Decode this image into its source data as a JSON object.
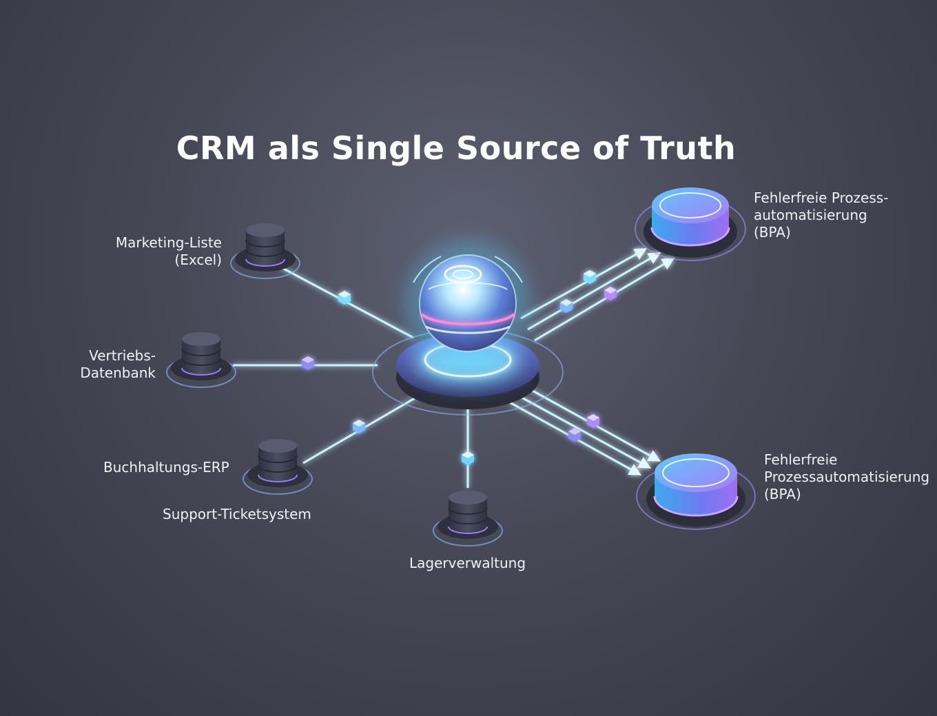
{
  "title": "CRM als Single Source of Truth",
  "colors": {
    "line": "#bff4ff",
    "glow": "#4fd6ff",
    "accent_purple": "#b07cff",
    "node_dark": "#3b3e4d"
  },
  "sources": [
    {
      "id": "marketing",
      "label_lines": [
        "Marketing-Liste",
        "(Excel)"
      ]
    },
    {
      "id": "vertrieb",
      "label_lines": [
        "Vertriebs-",
        "Datenbank"
      ]
    },
    {
      "id": "buchhaltung",
      "label_lines": [
        "Buchhaltungs-ERP"
      ]
    },
    {
      "id": "support",
      "label_lines": [
        "Support-Ticketsystem"
      ]
    },
    {
      "id": "lager",
      "label_lines": [
        "Lagerverwaltung"
      ]
    }
  ],
  "hub": {
    "icon": "crm-sphere-icon"
  },
  "targets": [
    {
      "id": "bpa-top",
      "label_lines": [
        "Fehlerfreie Prozess-",
        "automatisierung",
        "(BPA)"
      ]
    },
    {
      "id": "bpa-bottom",
      "label_lines": [
        "Fehlerfreie",
        "Prozessautomatisierung",
        "(BPA)"
      ]
    }
  ]
}
